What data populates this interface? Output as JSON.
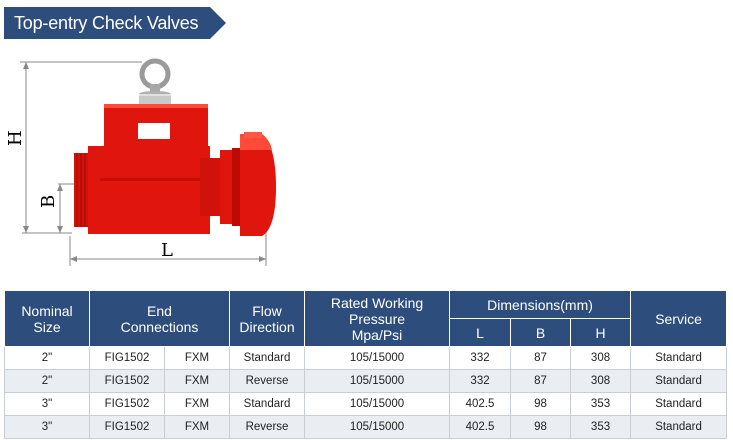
{
  "title": "Top-entry Check Valves",
  "dimension_labels": {
    "h": "H",
    "b": "B",
    "l": "L"
  },
  "table": {
    "headers": {
      "nominal_size": "Nominal\nSize",
      "end_connections": "End\nConnections",
      "flow_direction": "Flow\nDirection",
      "rated_pressure": "Rated Working\nPressure\nMpa/Psi",
      "dimensions": "Dimensions(mm)",
      "l": "L",
      "b": "B",
      "h": "H",
      "service": "Service"
    },
    "rows": [
      {
        "size": "2\"",
        "fig": "FIG1502",
        "conn": "FXM",
        "flow": "Standard",
        "pressure": "105/15000",
        "l": "332",
        "b": "87",
        "h": "308",
        "service": "Standard"
      },
      {
        "size": "2\"",
        "fig": "FIG1502",
        "conn": "FXM",
        "flow": "Reverse",
        "pressure": "105/15000",
        "l": "332",
        "b": "87",
        "h": "308",
        "service": "Standard"
      },
      {
        "size": "3\"",
        "fig": "FIG1502",
        "conn": "FXM",
        "flow": "Standard",
        "pressure": "105/15000",
        "l": "402.5",
        "b": "98",
        "h": "353",
        "service": "Standard"
      },
      {
        "size": "3\"",
        "fig": "FIG1502",
        "conn": "FXM",
        "flow": "Reverse",
        "pressure": "105/15000",
        "l": "402.5",
        "b": "98",
        "h": "353",
        "service": "Standard"
      }
    ]
  },
  "colors": {
    "header_blue": "#2d4d7c",
    "valve_red": "#e01a10",
    "row_alt": "#eaedf2"
  }
}
